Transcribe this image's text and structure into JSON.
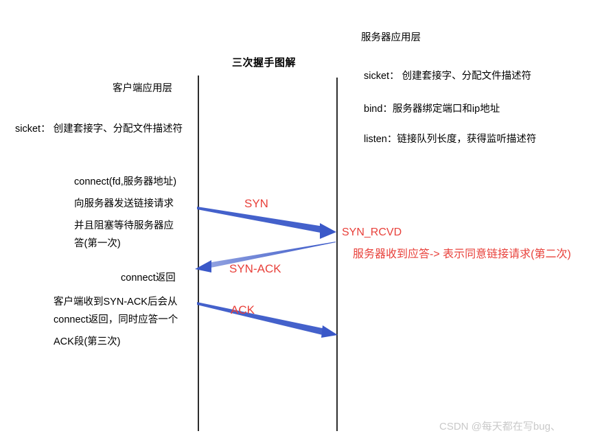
{
  "title": "三次握手图解",
  "colors": {
    "arrow_blue": "#3a58c8",
    "annotation_red": "#e8403a",
    "lifeline_black": "#2b2b2b",
    "watermark_gray": "#c9c9c9",
    "background": "#ffffff"
  },
  "client": {
    "lane_label": "客户端应用层",
    "socket_line": "sicket： 创建套接字、分配文件描述符",
    "connect_block": [
      "connect(fd,服务器地址)",
      "向服务器发送链接请求",
      "并且阻塞等待服务器应",
      "答(第一次)"
    ],
    "connect_return": "connect返回",
    "return_block": [
      "客户端收到SYN-ACK后会从",
      "connect返回，同时应答一个",
      "ACK段(第三次)"
    ]
  },
  "server": {
    "lane_label": "服务器应用层",
    "socket_line": "sicket： 创建套接字、分配文件描述符",
    "bind_line": "bind：服务器绑定端口和ip地址",
    "listen_line": "listen：链接队列长度，获得监听描述符",
    "state_label": "SYN_RCVD",
    "state_note": "服务器收到应答-> 表示同意链接请求(第二次)"
  },
  "messages": [
    {
      "label": "SYN",
      "direction": "client-to-server",
      "step": 1
    },
    {
      "label": "SYN-ACK",
      "direction": "server-to-client",
      "step": 2
    },
    {
      "label": "ACK",
      "direction": "client-to-server",
      "step": 3
    }
  ],
  "watermark": "CSDN @每天都在写bug、"
}
